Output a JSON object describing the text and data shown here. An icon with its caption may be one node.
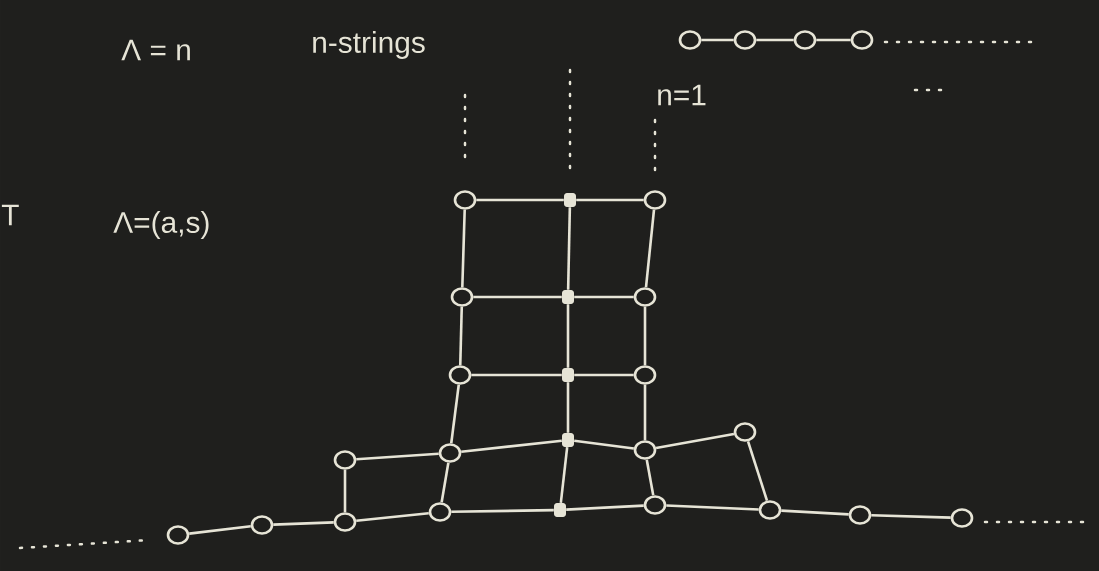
{
  "diagram": {
    "nodes": [
      {
        "text": [],
        "shape": "circle"
      },
      {
        "text": [],
        "shape": "circle"
      },
      {
        "text": [],
        "shape": "circle"
      },
      {
        "text": [],
        "shape": "circle"
      },
      {
        "text": [],
        "shape": "circle"
      },
      {
        "text": [],
        "shape": "dot"
      },
      {
        "text": [],
        "shape": "circle"
      },
      {
        "text": [],
        "shape": "circle"
      },
      {
        "text": [],
        "shape": "dot"
      },
      {
        "text": [],
        "shape": "circle"
      },
      {
        "text": [],
        "shape": "circle"
      },
      {
        "text": [],
        "shape": "dot"
      },
      {
        "text": [],
        "shape": "circle"
      },
      {
        "text": [],
        "shape": "circle"
      },
      {
        "text": [],
        "shape": "dot"
      },
      {
        "text": [],
        "shape": "circle"
      },
      {
        "text": [],
        "shape": "circle"
      },
      {
        "text": [],
        "shape": "dot"
      },
      {
        "text": [],
        "shape": "circle"
      },
      {
        "text": [],
        "shape": "circle"
      },
      {
        "text": [],
        "shape": "circle"
      },
      {
        "text": [],
        "shape": "circle"
      },
      {
        "text": [],
        "shape": "circle"
      },
      {
        "text": [],
        "shape": "circle"
      },
      {
        "text": [],
        "shape": "circle"
      },
      {
        "text": [],
        "shape": "circle"
      },
      {
        "text": [],
        "shape": "circle"
      }
    ],
    "edges": [
      {
        "from": 0,
        "to": 1,
        "arrow": "none"
      },
      {
        "from": 1,
        "to": 2,
        "arrow": "none"
      },
      {
        "from": 2,
        "to": 3,
        "arrow": "none"
      },
      {
        "from": 4,
        "to": 5,
        "arrow": "none"
      },
      {
        "from": 5,
        "to": 6,
        "arrow": "none"
      },
      {
        "from": 7,
        "to": 8,
        "arrow": "none"
      },
      {
        "from": 8,
        "to": 9,
        "arrow": "none"
      },
      {
        "from": 10,
        "to": 11,
        "arrow": "none"
      },
      {
        "from": 11,
        "to": 12,
        "arrow": "none"
      },
      {
        "from": 13,
        "to": 14,
        "arrow": "none"
      },
      {
        "from": 14,
        "to": 15,
        "arrow": "none"
      },
      {
        "from": 16,
        "to": 17,
        "arrow": "none"
      },
      {
        "from": 17,
        "to": 18,
        "arrow": "none"
      },
      {
        "from": 4,
        "to": 7,
        "arrow": "none"
      },
      {
        "from": 7,
        "to": 10,
        "arrow": "none"
      },
      {
        "from": 10,
        "to": 13,
        "arrow": "none"
      },
      {
        "from": 13,
        "to": 16,
        "arrow": "none"
      },
      {
        "from": 5,
        "to": 8,
        "arrow": "none"
      },
      {
        "from": 8,
        "to": 11,
        "arrow": "none"
      },
      {
        "from": 11,
        "to": 14,
        "arrow": "none"
      },
      {
        "from": 14,
        "to": 17,
        "arrow": "none"
      },
      {
        "from": 6,
        "to": 9,
        "arrow": "none"
      },
      {
        "from": 9,
        "to": 12,
        "arrow": "none"
      },
      {
        "from": 12,
        "to": 15,
        "arrow": "none"
      },
      {
        "from": 15,
        "to": 18,
        "arrow": "none"
      },
      {
        "from": 19,
        "to": 13,
        "arrow": "none"
      },
      {
        "from": 19,
        "to": 23,
        "arrow": "none"
      },
      {
        "from": 15,
        "to": 20,
        "arrow": "none"
      },
      {
        "from": 20,
        "to": 24,
        "arrow": "none"
      },
      {
        "from": 21,
        "to": 22,
        "arrow": "none"
      },
      {
        "from": 22,
        "to": 23,
        "arrow": "none"
      },
      {
        "from": 23,
        "to": 16,
        "arrow": "none"
      },
      {
        "from": 18,
        "to": 24,
        "arrow": "none"
      },
      {
        "from": 24,
        "to": 25,
        "arrow": "none"
      },
      {
        "from": 25,
        "to": 26,
        "arrow": "none"
      }
    ],
    "labels": [
      "Λ = n",
      "n-strings",
      "n=1",
      "T",
      "Λ=(a,s)"
    ]
  }
}
